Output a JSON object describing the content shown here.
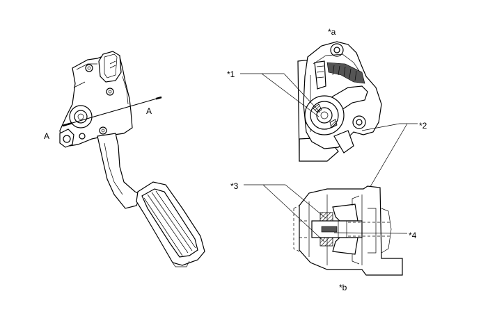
{
  "section_labels": {
    "left_a": "A",
    "right_a": "A"
  },
  "view_labels": {
    "top": "*a",
    "bottom": "*b"
  },
  "callouts": {
    "c1": "*1",
    "c2": "*2",
    "c3": "*3",
    "c4": "*4"
  }
}
